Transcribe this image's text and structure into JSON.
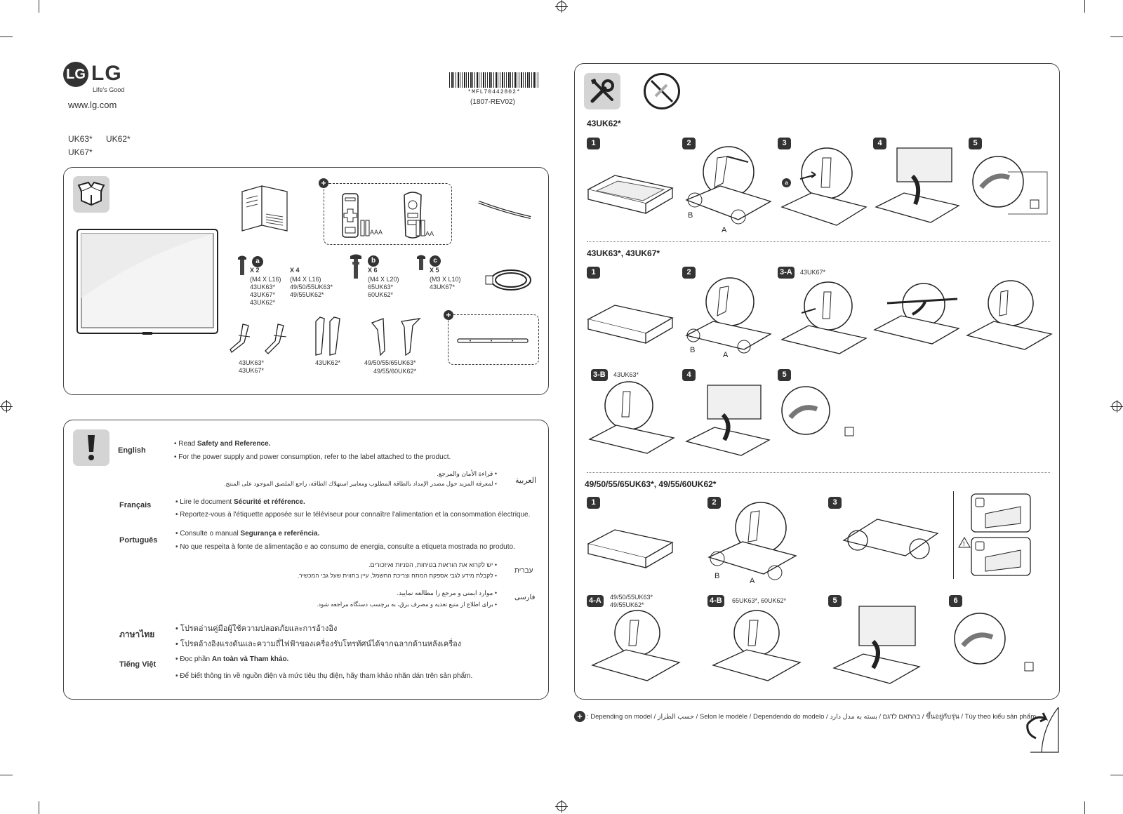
{
  "header": {
    "logo_letter": "LG",
    "brand": "LG",
    "tagline": "Life's Good",
    "website": "www.lg.com",
    "models": [
      "UK63*",
      "UK62*",
      "UK67*"
    ],
    "barcode_text": "*MFL70442802*",
    "revision": "(1807-REV02)"
  },
  "components": {
    "remote1_battery": "AAA",
    "remote2_battery": "AA",
    "screws": [
      {
        "badge": "a",
        "count": "X 2",
        "spec": "(M4 X L16)",
        "models": [
          "43UK63*",
          "43UK67*",
          "43UK62*"
        ]
      },
      {
        "badge": "",
        "count": "X 4",
        "spec": "(M4 X L16)",
        "models": [
          "49/50/55UK63*",
          "49/55UK62*"
        ]
      },
      {
        "badge": "b",
        "count": "X 6",
        "spec": "(M4 X L20)",
        "models": [
          "65UK63*",
          "60UK62*"
        ]
      },
      {
        "badge": "c",
        "count": "X 5",
        "spec": "(M3 X L10)",
        "models": [
          "43UK67*"
        ]
      }
    ],
    "stands": [
      {
        "models": [
          "43UK63*",
          "43UK67*"
        ]
      },
      {
        "models": [
          "43UK62*"
        ]
      },
      {
        "models": [
          "49/50/55/65UK63*",
          "49/55/60UK62*"
        ]
      }
    ]
  },
  "notice": {
    "langs": [
      {
        "name": "English",
        "l1_pre": "• Read ",
        "l1_bold": "Safety and Reference.",
        "l2": "• For the power supply and power consumption, refer to the label attached to the product."
      },
      {
        "name": "العربية",
        "l1": "• قراءة الأمان والمرجع.",
        "l2": "• لمعرفة المزيد حول مصدر الإمداد بالطاقة المطلوب ومعايير استهلاك الطاقة، راجع الملصق الموجود على المنتج."
      },
      {
        "name": "Français",
        "l1_pre": "• Lire le document ",
        "l1_bold": "Sécurité et référence.",
        "l2": "• Reportez-vous à l'étiquette apposée sur le téléviseur pour connaître l'alimentation et la consommation électrique."
      },
      {
        "name": "Português",
        "l1_pre": "• Consulte o manual ",
        "l1_bold": "Segurança e referência.",
        "l2": "• No que respeita à fonte de alimentação e ao consumo de energia, consulte a etiqueta mostrada no produto."
      },
      {
        "name": "עברית",
        "l1": "• יש לקרוא את הוראות בטיחות, הפניות ואיזכורים.",
        "l2": "• לקבלת מידע לגבי אספקת המתח וצריכת החשמל, עיין בתווית שעל גבי המכשיר."
      },
      {
        "name": "فارسی",
        "l1": "• موارد ایمنی و مرجع را مطالعه نمایید.",
        "l2": "• برای اطلاع از منبع تغذیه و مصرف برق، به برچسب دستگاه مراجعه شود."
      },
      {
        "name": "ภาษาไทย",
        "l1": "• โปรดอ่านคู่มือผู้ใช้ความปลอดภัยและการอ้างอิง",
        "l2": "• โปรดอ้างอิงแรงดันและความถี่ไฟฟ้าของเครื่องรับโทรทัศน์ได้จากฉลากด้านหลังเครื่อง"
      },
      {
        "name": "Tiếng Việt",
        "l1_pre": "• Đọc phần ",
        "l1_bold": "An toàn và Tham khảo.",
        "l2": "• Để biết thông tin về nguồn điện và mức tiêu thụ điện, hãy tham khảo nhãn dán trên sản phẩm."
      }
    ]
  },
  "assembly": {
    "s1_title": "43UK62*",
    "s1_steps": [
      "1",
      "2",
      "3",
      "4",
      "5"
    ],
    "s1_labels": {
      "b": "B",
      "a": "A",
      "screw": "a"
    },
    "s2_title": "43UK63*, 43UK67*",
    "s2_steps": [
      "1",
      "2",
      "3-A",
      "3-B",
      "4",
      "5"
    ],
    "s2_3a_model": "43UK67*",
    "s2_3b_model": "43UK63*",
    "s3_title": "49/50/55/65UK63*, 49/55/60UK62*",
    "s3_steps": [
      "1",
      "2",
      "3",
      "4-A",
      "4-B",
      "5",
      "6"
    ],
    "s3_4a_models": [
      "49/50/55UK63*",
      "49/55UK62*"
    ],
    "s3_4b_models": "65UK63*, 60UK62*"
  },
  "footer": {
    "text": ": Depending on model / حسب الطراز / Selon le modèle / Dependendo do modelo / בהתאם לדגם / بسته به مدل دارد / ขึ้นอยู่กับรุ่น / Tùy theo kiểu sản phẩm"
  }
}
